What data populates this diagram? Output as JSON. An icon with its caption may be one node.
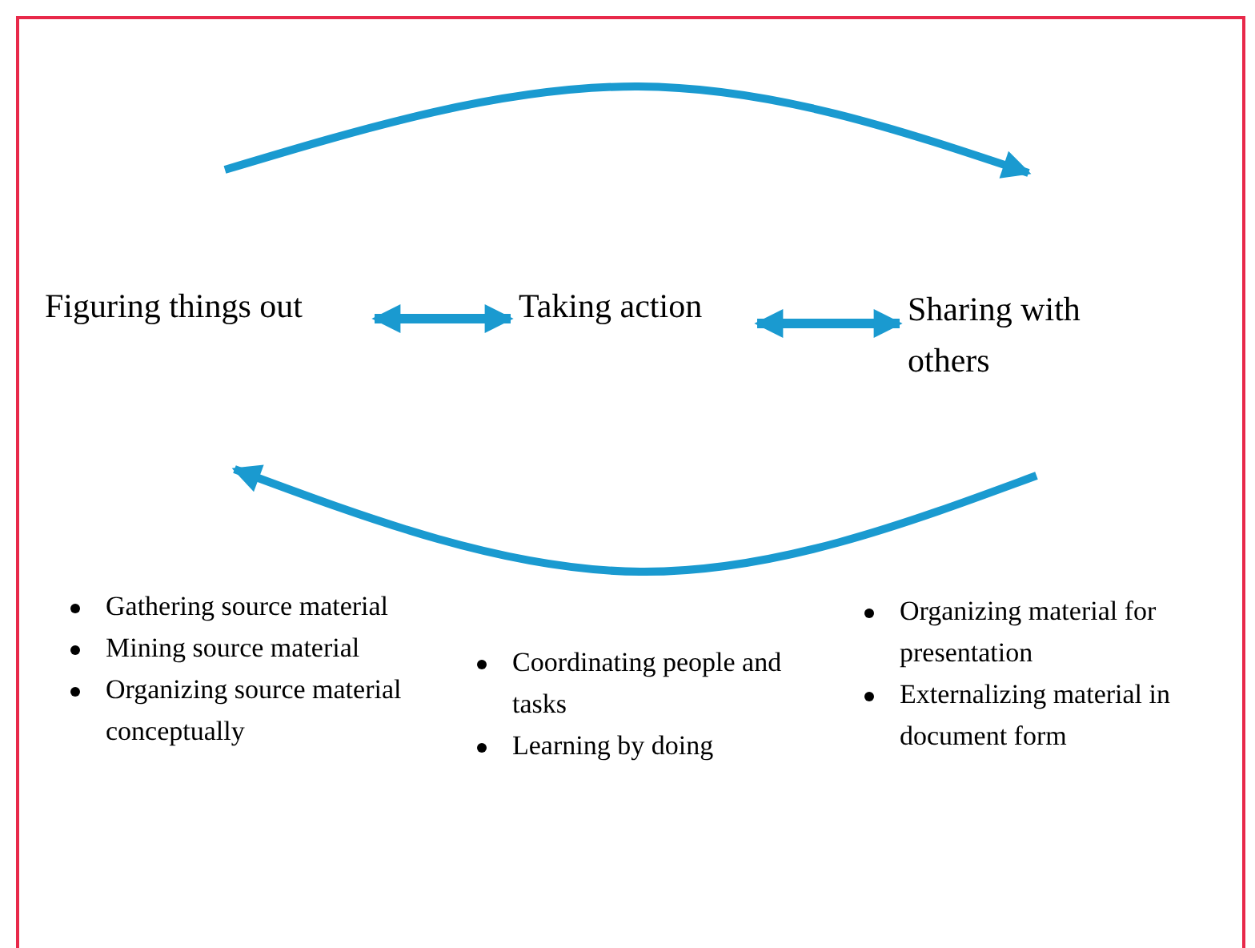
{
  "diagram": {
    "nodes": [
      {
        "text": [
          "Figuring things out"
        ],
        "beside": [
          "Gathering source material",
          "Mining source material",
          "Organizing source material conceptually"
        ]
      },
      {
        "text": [
          "Taking action"
        ],
        "beside": [
          "Coordinating people and tasks",
          "Learning by doing"
        ]
      },
      {
        "text": [
          "Sharing with others"
        ],
        "beside": [
          "Organizing material for presentation",
          "Externalizing material in document form"
        ]
      }
    ],
    "edges": [
      {
        "from": 0,
        "to": 1,
        "arrow": "both"
      },
      {
        "from": 1,
        "to": 2,
        "arrow": "both"
      },
      {
        "from": 0,
        "to": 2,
        "arrow": "to"
      },
      {
        "from": 2,
        "to": 0,
        "arrow": "to"
      }
    ]
  }
}
